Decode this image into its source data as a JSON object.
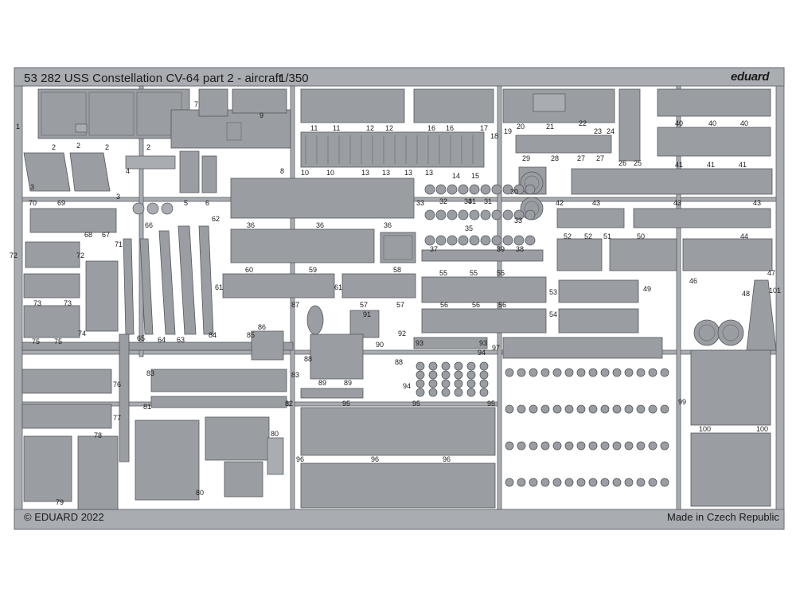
{
  "fret": {
    "title": "53 282 USS Constellation CV-64 part 2 - aircraft",
    "scale": "1/350",
    "brand": "eduard",
    "copyright": "© EDUARD 2022",
    "made_in": "Made in Czech Republic",
    "colors": {
      "sheet": "#a9acb0",
      "sheet_edge": "#5e6166",
      "background": "#ffffff",
      "text": "#1a1a1a"
    }
  },
  "part_labels": [
    {
      "id": "l1",
      "text": "1"
    },
    {
      "id": "l2a",
      "text": "2"
    },
    {
      "id": "l2b",
      "text": "2"
    },
    {
      "id": "l2c",
      "text": "2"
    },
    {
      "id": "l2d",
      "text": "2"
    },
    {
      "id": "l3a",
      "text": "3"
    },
    {
      "id": "l3b",
      "text": "3"
    },
    {
      "id": "l4",
      "text": "4"
    },
    {
      "id": "l5",
      "text": "5"
    },
    {
      "id": "l6",
      "text": "6"
    },
    {
      "id": "l7",
      "text": "7"
    },
    {
      "id": "l8",
      "text": "8"
    },
    {
      "id": "l9",
      "text": "9"
    },
    {
      "id": "l10a",
      "text": "10"
    },
    {
      "id": "l10b",
      "text": "10"
    },
    {
      "id": "l11a",
      "text": "11"
    },
    {
      "id": "l11b",
      "text": "11"
    },
    {
      "id": "l12a",
      "text": "12"
    },
    {
      "id": "l12b",
      "text": "12"
    },
    {
      "id": "l13a",
      "text": "13"
    },
    {
      "id": "l13b",
      "text": "13"
    },
    {
      "id": "l13c",
      "text": "13"
    },
    {
      "id": "l13d",
      "text": "13"
    },
    {
      "id": "l14",
      "text": "14"
    },
    {
      "id": "l15",
      "text": "15"
    },
    {
      "id": "l16a",
      "text": "16"
    },
    {
      "id": "l16b",
      "text": "16"
    },
    {
      "id": "l17",
      "text": "17"
    },
    {
      "id": "l18",
      "text": "18"
    },
    {
      "id": "l19",
      "text": "19"
    },
    {
      "id": "l20",
      "text": "20"
    },
    {
      "id": "l21",
      "text": "21"
    },
    {
      "id": "l22",
      "text": "22"
    },
    {
      "id": "l23",
      "text": "23"
    },
    {
      "id": "l24",
      "text": "24"
    },
    {
      "id": "l25",
      "text": "25"
    },
    {
      "id": "l26",
      "text": "26"
    },
    {
      "id": "l27a",
      "text": "27"
    },
    {
      "id": "l27b",
      "text": "27"
    },
    {
      "id": "l28",
      "text": "28"
    },
    {
      "id": "l29",
      "text": "29"
    },
    {
      "id": "l30",
      "text": "30"
    },
    {
      "id": "l31a",
      "text": "31"
    },
    {
      "id": "l31b",
      "text": "31"
    },
    {
      "id": "l32",
      "text": "32"
    },
    {
      "id": "l33a",
      "text": "33"
    },
    {
      "id": "l33b",
      "text": "33"
    },
    {
      "id": "l34",
      "text": "34"
    },
    {
      "id": "l35",
      "text": "35"
    },
    {
      "id": "l36a",
      "text": "36"
    },
    {
      "id": "l36b",
      "text": "36"
    },
    {
      "id": "l36c",
      "text": "36"
    },
    {
      "id": "l37",
      "text": "37"
    },
    {
      "id": "l38",
      "text": "38"
    },
    {
      "id": "l39",
      "text": "39"
    },
    {
      "id": "l40a",
      "text": "40"
    },
    {
      "id": "l40b",
      "text": "40"
    },
    {
      "id": "l40c",
      "text": "40"
    },
    {
      "id": "l41a",
      "text": "41"
    },
    {
      "id": "l41b",
      "text": "41"
    },
    {
      "id": "l41c",
      "text": "41"
    },
    {
      "id": "l42",
      "text": "42"
    },
    {
      "id": "l43a",
      "text": "43"
    },
    {
      "id": "l43b",
      "text": "43"
    },
    {
      "id": "l43c",
      "text": "43"
    },
    {
      "id": "l44",
      "text": "44"
    },
    {
      "id": "l46",
      "text": "46"
    },
    {
      "id": "l47",
      "text": "47"
    },
    {
      "id": "l48",
      "text": "48"
    },
    {
      "id": "l49",
      "text": "49"
    },
    {
      "id": "l50",
      "text": "50"
    },
    {
      "id": "l51",
      "text": "51"
    },
    {
      "id": "l52a",
      "text": "52"
    },
    {
      "id": "l52b",
      "text": "52"
    },
    {
      "id": "l53",
      "text": "53"
    },
    {
      "id": "l54",
      "text": "54"
    },
    {
      "id": "l55a",
      "text": "55"
    },
    {
      "id": "l55b",
      "text": "55"
    },
    {
      "id": "l55c",
      "text": "55"
    },
    {
      "id": "l56a",
      "text": "56"
    },
    {
      "id": "l56b",
      "text": "56"
    },
    {
      "id": "l56c",
      "text": "56"
    },
    {
      "id": "l57a",
      "text": "57"
    },
    {
      "id": "l57b",
      "text": "57"
    },
    {
      "id": "l58",
      "text": "58"
    },
    {
      "id": "l59",
      "text": "59"
    },
    {
      "id": "l60",
      "text": "60"
    },
    {
      "id": "l61a",
      "text": "61"
    },
    {
      "id": "l61b",
      "text": "61"
    },
    {
      "id": "l62",
      "text": "62"
    },
    {
      "id": "l63",
      "text": "63"
    },
    {
      "id": "l64",
      "text": "64"
    },
    {
      "id": "l65",
      "text": "65"
    },
    {
      "id": "l66",
      "text": "66"
    },
    {
      "id": "l67",
      "text": "67"
    },
    {
      "id": "l68",
      "text": "68"
    },
    {
      "id": "l69",
      "text": "69"
    },
    {
      "id": "l70",
      "text": "70"
    },
    {
      "id": "l71",
      "text": "71"
    },
    {
      "id": "l72a",
      "text": "72"
    },
    {
      "id": "l72b",
      "text": "72"
    },
    {
      "id": "l73a",
      "text": "73"
    },
    {
      "id": "l73b",
      "text": "73"
    },
    {
      "id": "l74",
      "text": "74"
    },
    {
      "id": "l75a",
      "text": "75"
    },
    {
      "id": "l75b",
      "text": "75"
    },
    {
      "id": "l76",
      "text": "76"
    },
    {
      "id": "l77",
      "text": "77"
    },
    {
      "id": "l78",
      "text": "78"
    },
    {
      "id": "l79",
      "text": "79"
    },
    {
      "id": "l80a",
      "text": "80"
    },
    {
      "id": "l80b",
      "text": "80"
    },
    {
      "id": "l81",
      "text": "81"
    },
    {
      "id": "l82",
      "text": "82"
    },
    {
      "id": "l83a",
      "text": "83"
    },
    {
      "id": "l83b",
      "text": "83"
    },
    {
      "id": "l84",
      "text": "84"
    },
    {
      "id": "l85",
      "text": "85"
    },
    {
      "id": "l86",
      "text": "86"
    },
    {
      "id": "l87",
      "text": "87"
    },
    {
      "id": "l88a",
      "text": "88"
    },
    {
      "id": "l88b",
      "text": "88"
    },
    {
      "id": "l89a",
      "text": "89"
    },
    {
      "id": "l89b",
      "text": "89"
    },
    {
      "id": "l90",
      "text": "90"
    },
    {
      "id": "l91",
      "text": "91"
    },
    {
      "id": "l92",
      "text": "92"
    },
    {
      "id": "l93a",
      "text": "93"
    },
    {
      "id": "l93b",
      "text": "93"
    },
    {
      "id": "l94a",
      "text": "94"
    },
    {
      "id": "l94b",
      "text": "94"
    },
    {
      "id": "l95a",
      "text": "95"
    },
    {
      "id": "l95b",
      "text": "95"
    },
    {
      "id": "l95c",
      "text": "95"
    },
    {
      "id": "l96a",
      "text": "96"
    },
    {
      "id": "l96b",
      "text": "96"
    },
    {
      "id": "l96c",
      "text": "96"
    },
    {
      "id": "l97",
      "text": "97"
    },
    {
      "id": "l99",
      "text": "99"
    },
    {
      "id": "l100a",
      "text": "100"
    },
    {
      "id": "l100b",
      "text": "100"
    },
    {
      "id": "l101",
      "text": "101"
    }
  ]
}
